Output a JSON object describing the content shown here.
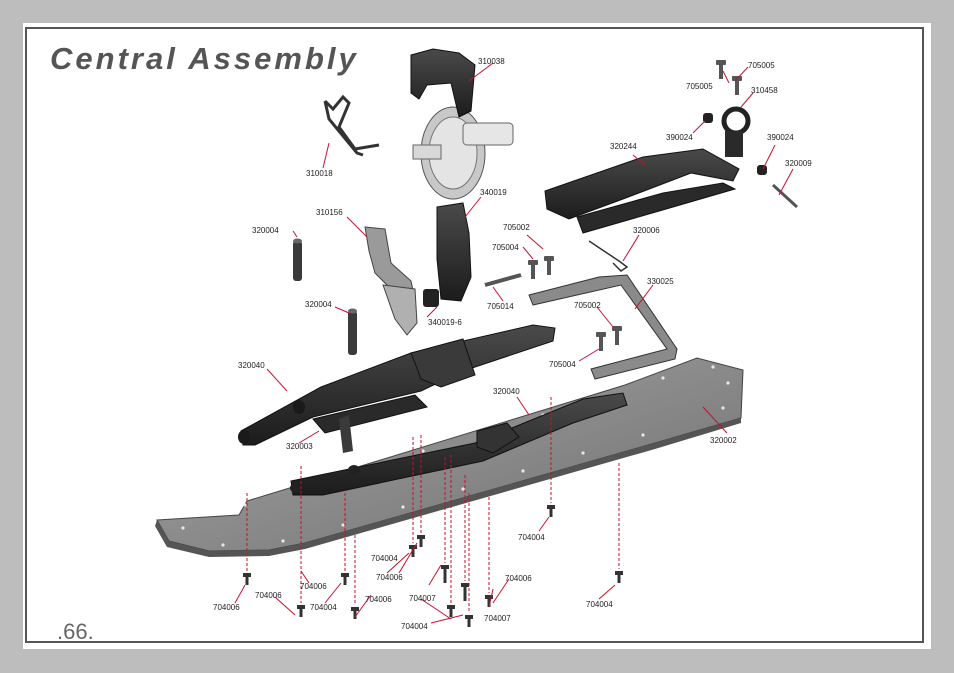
{
  "header": {
    "title": "Central Assembly"
  },
  "footer": {
    "page_number": ".66."
  },
  "colors": {
    "leader": "#c8102e",
    "part_dark": "#2d2d2d",
    "plate": "#8c8c8c"
  },
  "part_labels": [
    "310038",
    "705005",
    "705005",
    "310458",
    "390024",
    "390024",
    "320009",
    "320244",
    "310018",
    "340019",
    "310156",
    "320004",
    "705002",
    "705004",
    "320006",
    "705014",
    "330025",
    "320004",
    "340019-6",
    "705002",
    "705004",
    "320040",
    "320040",
    "320002",
    "320003",
    "704004",
    "704004",
    "704004",
    "704006",
    "704006",
    "704006",
    "704006",
    "704007",
    "704006",
    "704004",
    "704006",
    "704004",
    "704007",
    "704004"
  ]
}
